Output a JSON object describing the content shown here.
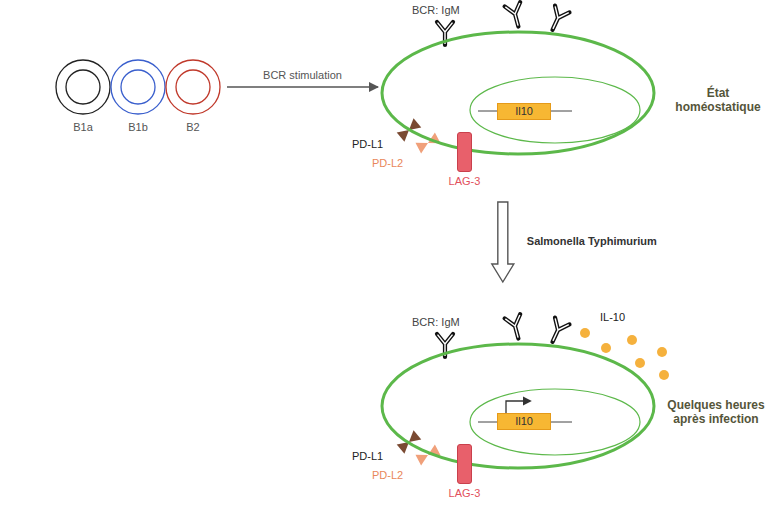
{
  "diagram": {
    "nodes": [
      {
        "text": [
          "B1a"
        ]
      },
      {
        "text": [
          "B1b"
        ]
      },
      {
        "text": [
          "B2"
        ]
      },
      {
        "text": [
          "BCR: IgM"
        ]
      },
      {
        "text": [
          "Il10"
        ],
        "in": 3
      },
      {
        "text": [
          "LAG-3"
        ]
      },
      {
        "text": [
          "BCR: IgM"
        ]
      },
      {
        "text": [
          "Il10"
        ],
        "in": 6
      },
      {
        "text": [
          "LAG-3"
        ]
      }
    ],
    "edges": [
      {
        "from": 2,
        "to": 3,
        "arrow": "to",
        "label": "BCR stimulation"
      },
      {
        "from": 3,
        "to": 6,
        "arrow": "to",
        "label": "Salmonella Typhimurium"
      }
    ],
    "labels": [
      "PD-L1",
      "PD-L2",
      "État homéostatique",
      "PD-L1",
      "PD-L2",
      "IL-10",
      "Quelques heures après infection"
    ]
  }
}
